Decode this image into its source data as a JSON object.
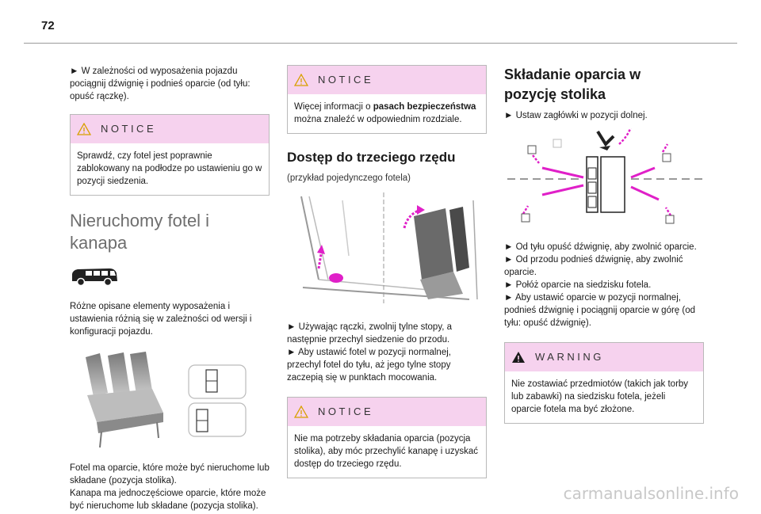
{
  "page_number": "72",
  "col1": {
    "intro": "► W zależności od wyposażenia pojazdu pociągnij dźwignię i podnieś oparcie (od tyłu: opuść rączkę).",
    "notice1": {
      "title": "NOTICE",
      "body": "Sprawdź, czy fotel jest poprawnie zablokowany na podłodze po ustawieniu go w pozycji siedzenia."
    },
    "section_title": "Nieruchomy fotel i kanapa",
    "para": "Różne opisane elementy wyposażenia i ustawienia różnią się w zależności od wersji i konfiguracji pojazdu.",
    "outro": "Fotel ma oparcie, które może być nieruchome lub składane (pozycja stolika).\nKanapa ma jednoczęściowe oparcie, które może być nieruchome lub składane (pozycja stolika)."
  },
  "col2": {
    "notice2": {
      "title": "NOTICE",
      "body_before": "Więcej informacji o ",
      "body_bold": "pasach bezpieczeństwa",
      "body_after": " można znaleźć w odpowiednim rozdziale."
    },
    "section_title": "Dostęp do trzeciego rzędu",
    "caption": "(przykład pojedynczego fotela)",
    "steps": "► Używając rączki, zwolnij tylne stopy, a następnie przechyl siedzenie do przodu.\n► Aby ustawić fotel w pozycji normalnej, przechyl fotel do tyłu, aż jego tylne stopy zaczepią się w punktach mocowania.",
    "notice3": {
      "title": "NOTICE",
      "body": "Nie ma potrzeby składania oparcia (pozycja stolika), aby móc przechylić kanapę i uzyskać dostęp do trzeciego rzędu."
    }
  },
  "col3": {
    "section_title": "Składanie oparcia w pozycję stolika",
    "step1": "► Ustaw zagłówki w pozycji dolnej.",
    "steps": "► Od tyłu opuść dźwignię, aby zwolnić oparcie.\n► Od przodu podnieś dźwignię, aby zwolnić oparcie.\n► Połóż oparcie na siedzisku fotela.\n► Aby ustawić oparcie w pozycji normalnej, podnieś dźwignię i pociągnij oparcie w górę (od tyłu: opuść dźwignię).",
    "warning": {
      "title": "WARNING",
      "body": "Nie zostawiać przedmiotów (takich jak torby lub zabawki) na siedzisku fotela, jeżeli oparcie fotela ma być złożone."
    }
  },
  "watermark": "carmanualsonline.info",
  "colors": {
    "notice_bg": "#f6d2ee",
    "accent": "#e020c8"
  }
}
